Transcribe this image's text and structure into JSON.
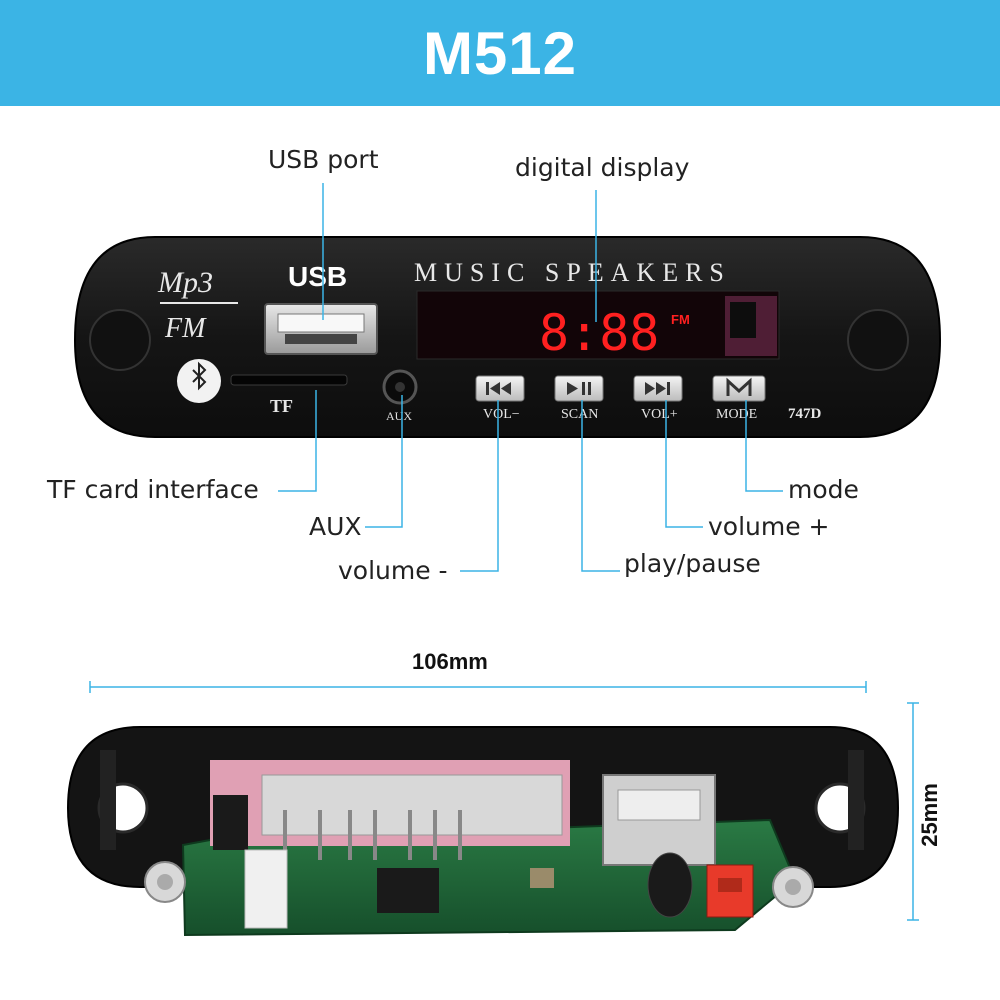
{
  "title": "M512",
  "panel": {
    "brand_line1": "Mp3",
    "brand_line2": "FM",
    "usb_text": "USB",
    "header_text": "MUSIC SPEAKERS",
    "display_digits": "8:88",
    "display_fm": "FM",
    "tf_text": "TF",
    "aux_text": "AUX",
    "buttons": [
      {
        "label": "VOL−",
        "icon": "previous-icon"
      },
      {
        "label": "SCAN",
        "icon": "play-pause-icon"
      },
      {
        "label": "VOL+",
        "icon": "next-icon"
      },
      {
        "label": "MODE",
        "icon": "mode-icon"
      }
    ],
    "model": "747D"
  },
  "callouts": {
    "usb_port": "USB port",
    "digital_display": "digital display",
    "tf_card": "TF card interface",
    "aux": "AUX",
    "volume_minus": "volume -",
    "play_pause": "play/pause",
    "volume_plus": "volume +",
    "mode": "mode"
  },
  "dimensions": {
    "width": "106mm",
    "height": "25mm"
  },
  "colors": {
    "banner": "#3bb4e5",
    "leader": "#3bb4e5",
    "panel": "#1c1c1c",
    "display_digits": "#ff2020",
    "pcb": "#1e6b3a"
  }
}
